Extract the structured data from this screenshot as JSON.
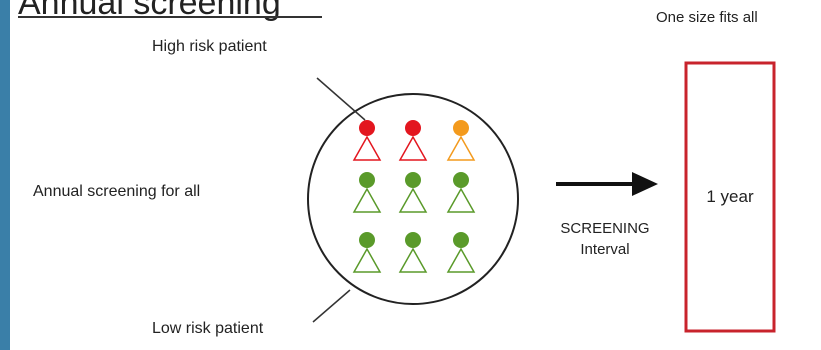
{
  "heading": "Annual screening",
  "high_risk_label": "High risk patient",
  "low_risk_label": "Low risk patient",
  "annual_label": "Annual screening for all",
  "one_size_label": "One size fits all",
  "box_label": "1 year",
  "interval_line1": "SCREENING",
  "interval_line2": "Interval",
  "colors": {
    "red": "#e3161f",
    "orange": "#f39a1d",
    "green": "#5a9a2a",
    "box_border": "#c8232c",
    "side_bar": "#3a7fa8"
  },
  "patients": [
    {
      "row": 1,
      "col": 1,
      "risk": "red"
    },
    {
      "row": 1,
      "col": 2,
      "risk": "red"
    },
    {
      "row": 1,
      "col": 3,
      "risk": "orange"
    },
    {
      "row": 2,
      "col": 1,
      "risk": "green"
    },
    {
      "row": 2,
      "col": 2,
      "risk": "green"
    },
    {
      "row": 2,
      "col": 3,
      "risk": "green"
    },
    {
      "row": 3,
      "col": 1,
      "risk": "green"
    },
    {
      "row": 3,
      "col": 2,
      "risk": "green"
    },
    {
      "row": 3,
      "col": 3,
      "risk": "green"
    }
  ]
}
